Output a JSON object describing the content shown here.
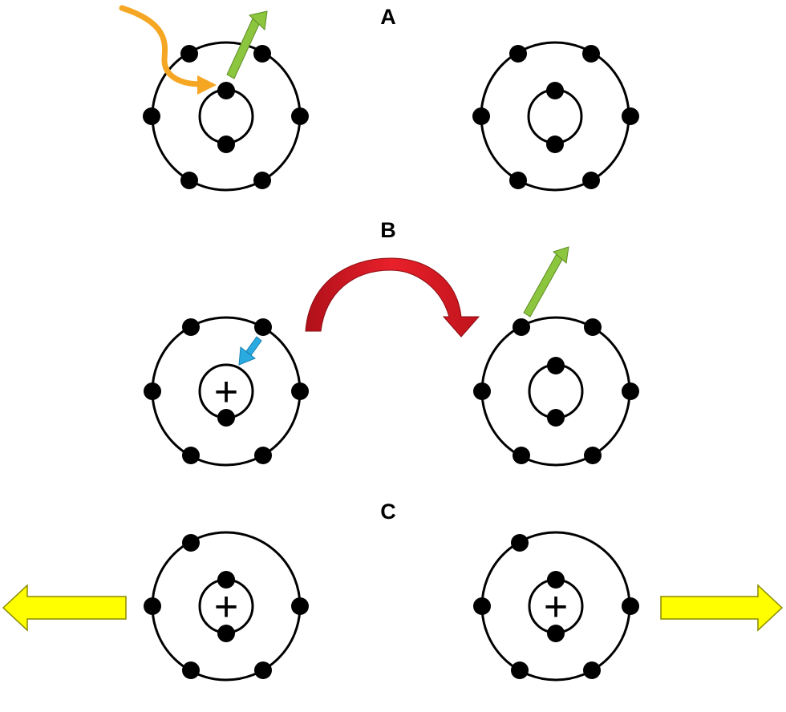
{
  "panels": [
    {
      "label": "A"
    },
    {
      "label": "B"
    },
    {
      "label": "C"
    }
  ],
  "atoms": {
    "charge_symbol": "+",
    "a_left": {
      "charge": ""
    },
    "a_right": {
      "charge": ""
    },
    "b_left": {
      "charge": "+"
    },
    "b_right": {
      "charge": ""
    },
    "c_left": {
      "charge": "+"
    },
    "c_right": {
      "charge": "+"
    }
  },
  "colors": {
    "incoming_arrow": "#f5a623",
    "ejected_electron_arrow": "#8cc63f",
    "electron_transition_arrow": "#29abe2",
    "energy_transfer_arrow": "#d7191c",
    "repulsion_arrow": "#ffff00",
    "electron": "#000000",
    "shell": "#000000"
  },
  "icons": {
    "incoming": "curved-arrow-icon",
    "ejected": "straight-arrow-icon",
    "transfer": "curved-block-arrow-icon",
    "repulsion": "block-arrow-icon"
  }
}
